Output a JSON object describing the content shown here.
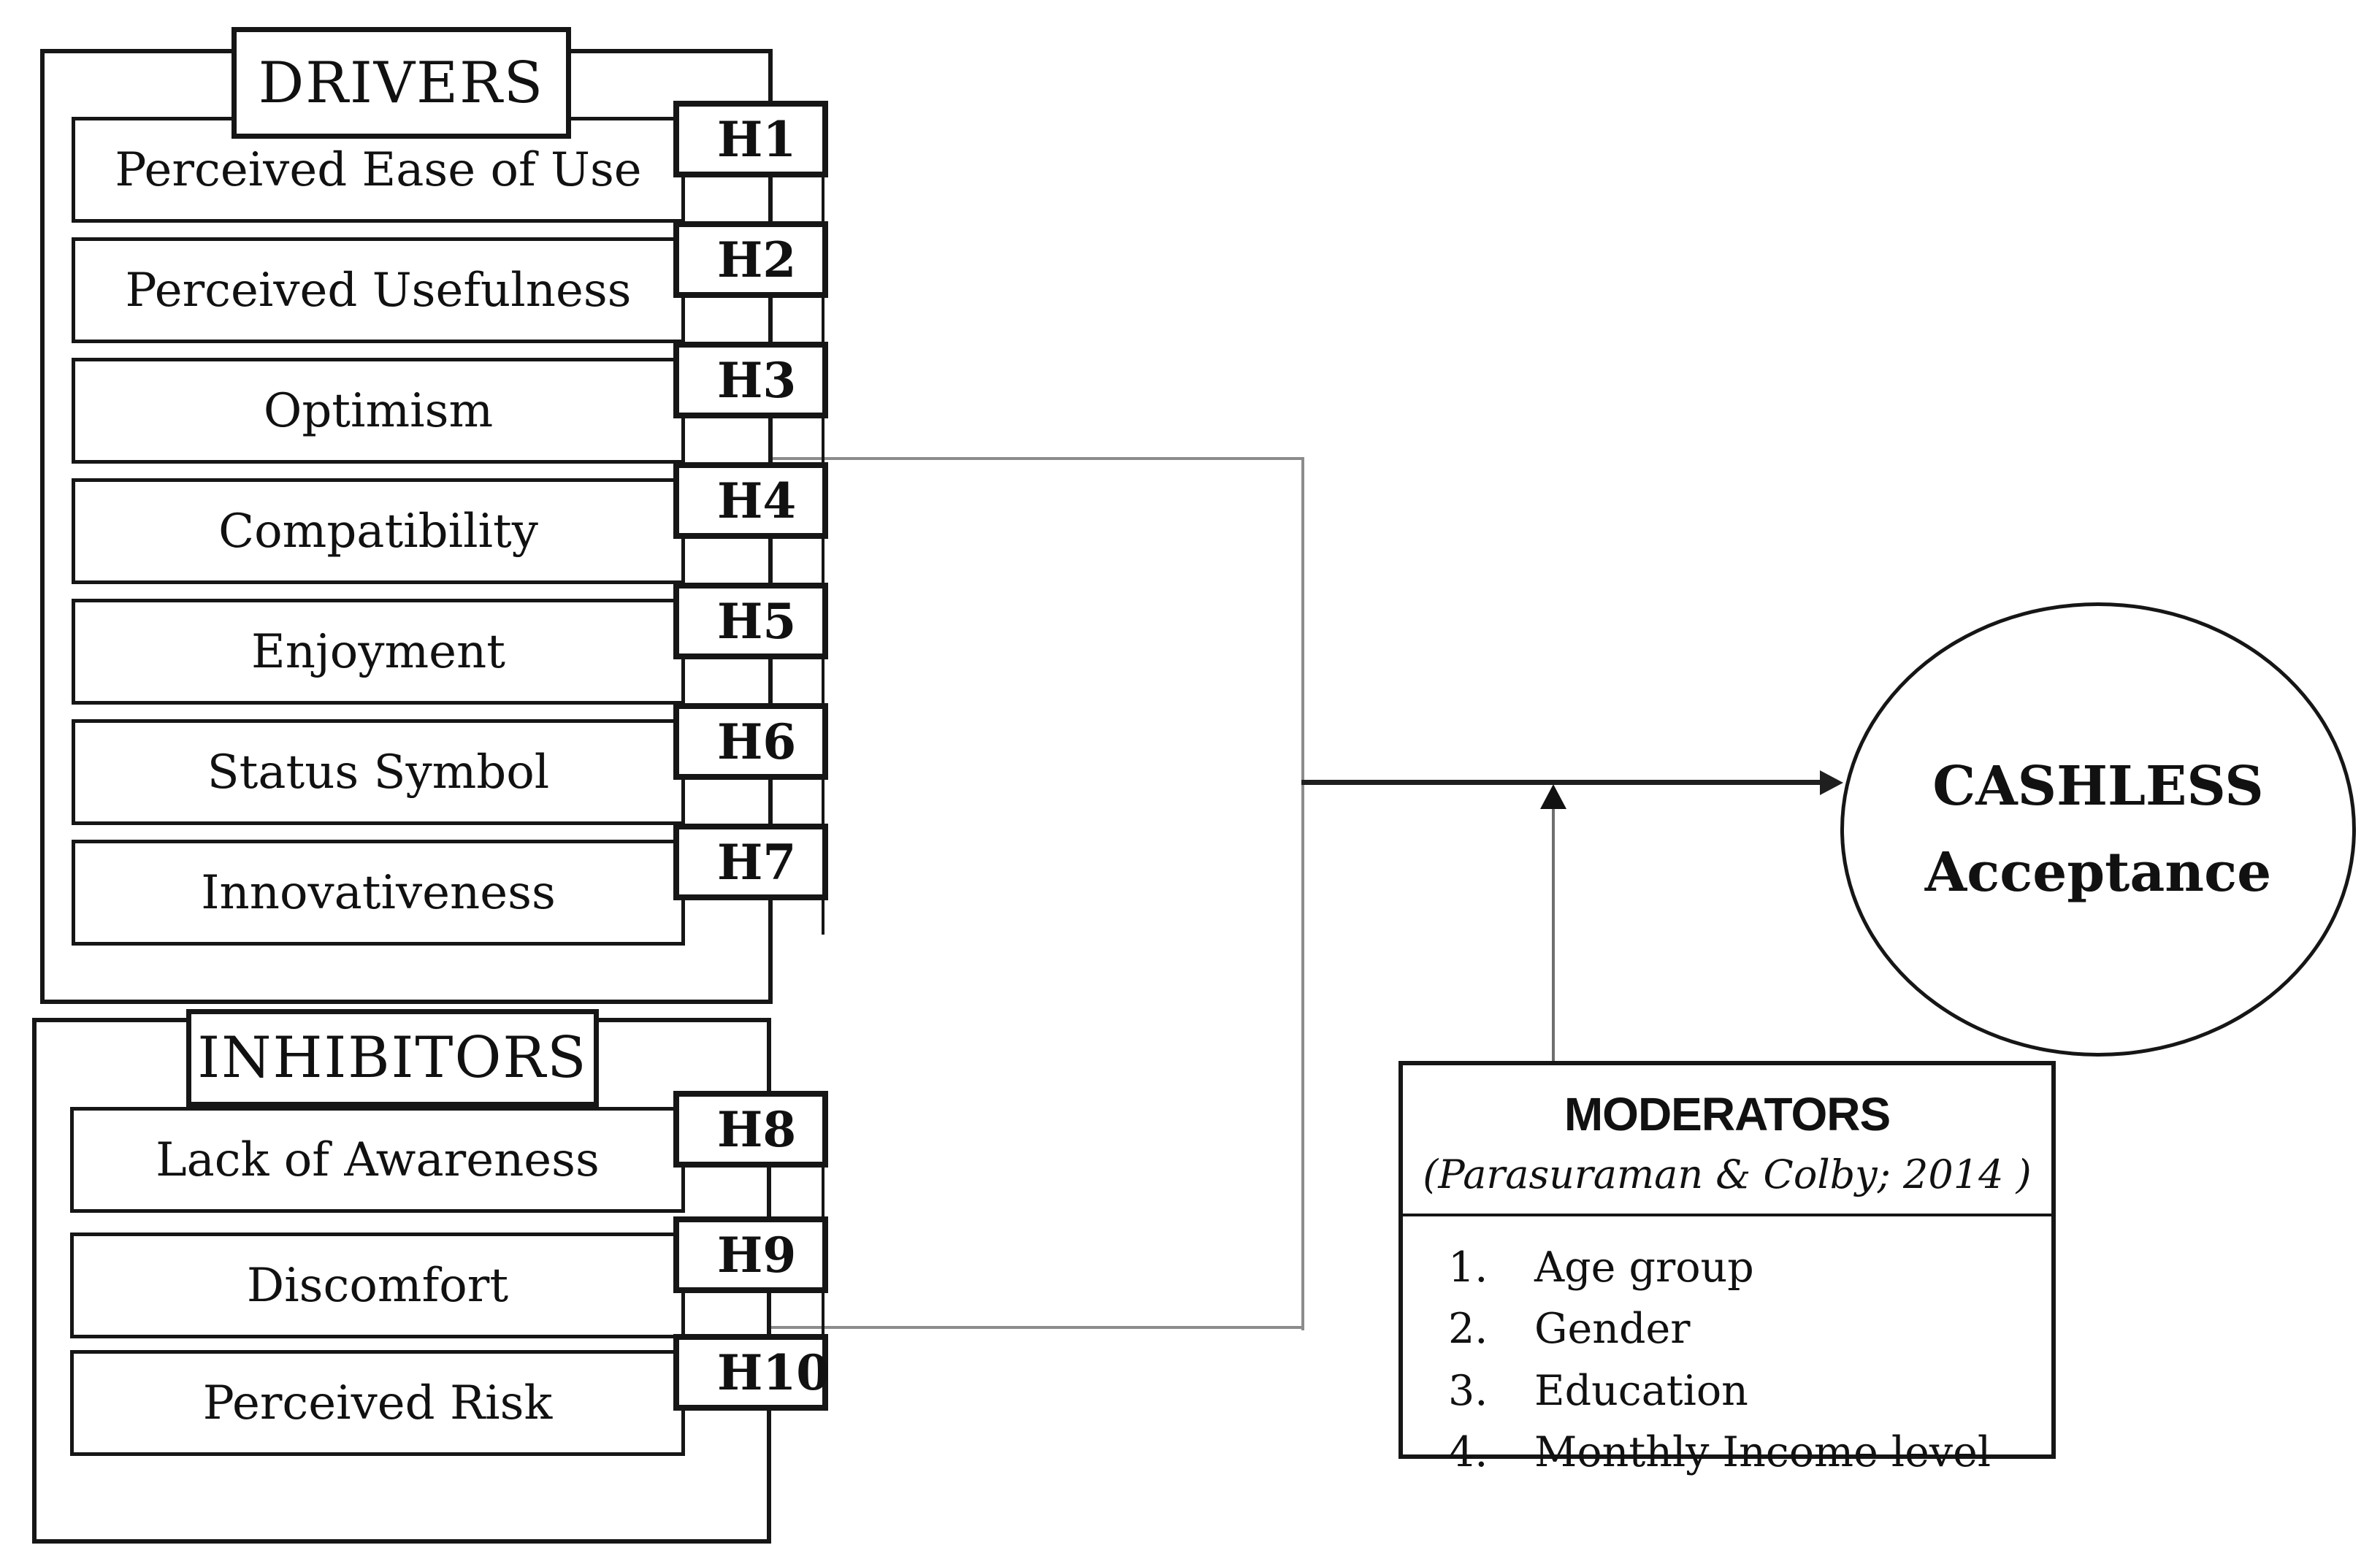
{
  "diagram": {
    "drivers": {
      "title": "DRIVERS",
      "items": [
        {
          "label": "Perceived Ease of Use",
          "hypothesis": "H1"
        },
        {
          "label": "Perceived Usefulness",
          "hypothesis": "H2"
        },
        {
          "label": "Optimism",
          "hypothesis": "H3"
        },
        {
          "label": "Compatibility",
          "hypothesis": "H4"
        },
        {
          "label": "Enjoyment",
          "hypothesis": "H5"
        },
        {
          "label": "Status Symbol",
          "hypothesis": "H6"
        },
        {
          "label": "Innovativeness",
          "hypothesis": "H7"
        }
      ]
    },
    "inhibitors": {
      "title": "INHIBITORS",
      "items": [
        {
          "label": "Lack of Awareness",
          "hypothesis": "H8"
        },
        {
          "label": "Discomfort",
          "hypothesis": "H9"
        },
        {
          "label": "Perceived Risk",
          "hypothesis": "H10"
        }
      ]
    },
    "outcome": {
      "line1": "CASHLESS",
      "line2": "Acceptance"
    },
    "moderators": {
      "title": "MODERATORS",
      "source": "(Parasuraman & Colby; 2014 )",
      "items": [
        {
          "num": "1.",
          "label": "Age group"
        },
        {
          "num": "2.",
          "label": "Gender"
        },
        {
          "num": "3.",
          "label": "Education"
        },
        {
          "num": "4.",
          "label": "Monthly Income level"
        }
      ]
    },
    "colors": {
      "line": "#161616",
      "connector": "#8c8c8c",
      "arrow": "#1f1f1f",
      "background": "#ffffff"
    }
  }
}
